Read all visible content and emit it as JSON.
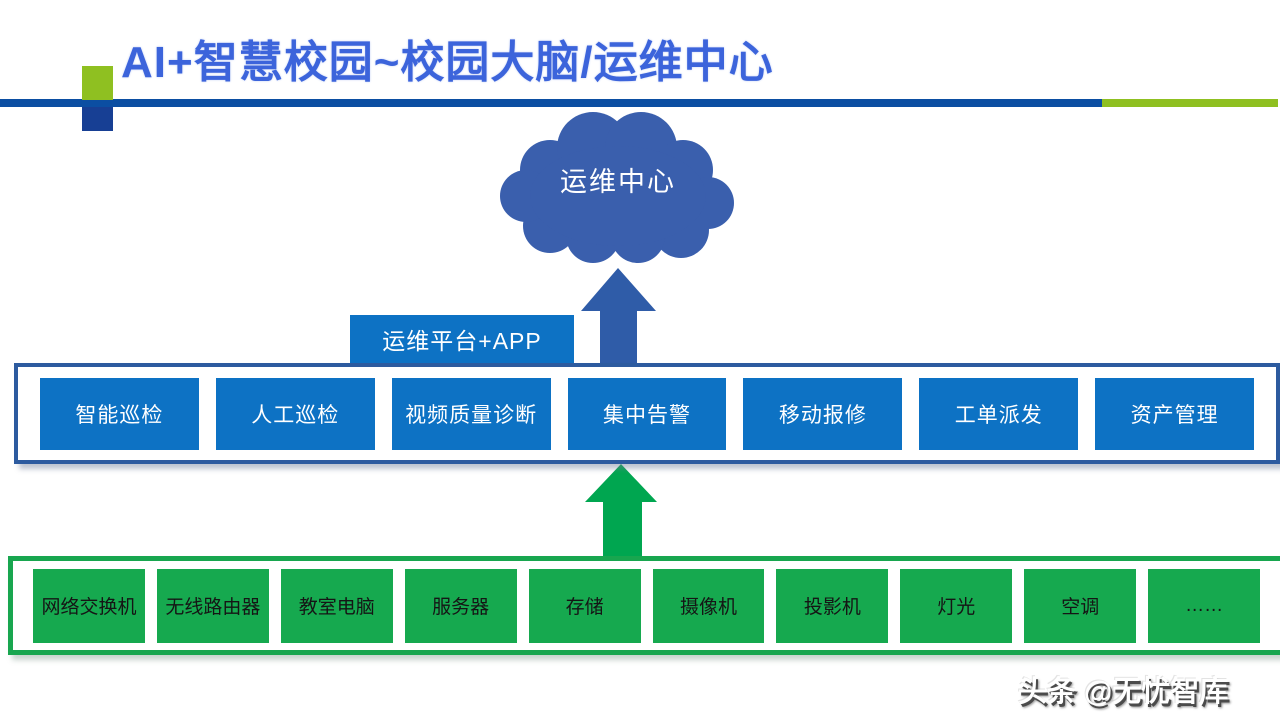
{
  "header": {
    "title": "AI+智慧校园~校园大脑/运维中心"
  },
  "cloud": {
    "label": "运维中心"
  },
  "platform": {
    "label": "运维平台+APP"
  },
  "blue_row": {
    "items": [
      "智能巡检",
      "人工巡检",
      "视频质量诊断",
      "集中告警",
      "移动报修",
      "工单派发",
      "资产管理"
    ]
  },
  "green_row": {
    "items": [
      "网络交换机",
      "无线路由器",
      "教室电脑",
      "服务器",
      "存储",
      "摄像机",
      "投影机",
      "灯光",
      "空调",
      "……"
    ]
  },
  "watermark": {
    "label": "头条 @无忧智库"
  },
  "colors": {
    "title_blue": "#3c64db",
    "accent_navy": "#0b4ea2",
    "accent_lime": "#8fc021",
    "cloud_blue": "#3a5fad",
    "service_box_blue": "#0d72c4",
    "arrow_blue": "#2f5ca8",
    "container_border_blue": "#2d5b9f",
    "arrow_green": "#00a650",
    "device_box_green": "#16a94f",
    "container_border_green": "#18a64f"
  }
}
